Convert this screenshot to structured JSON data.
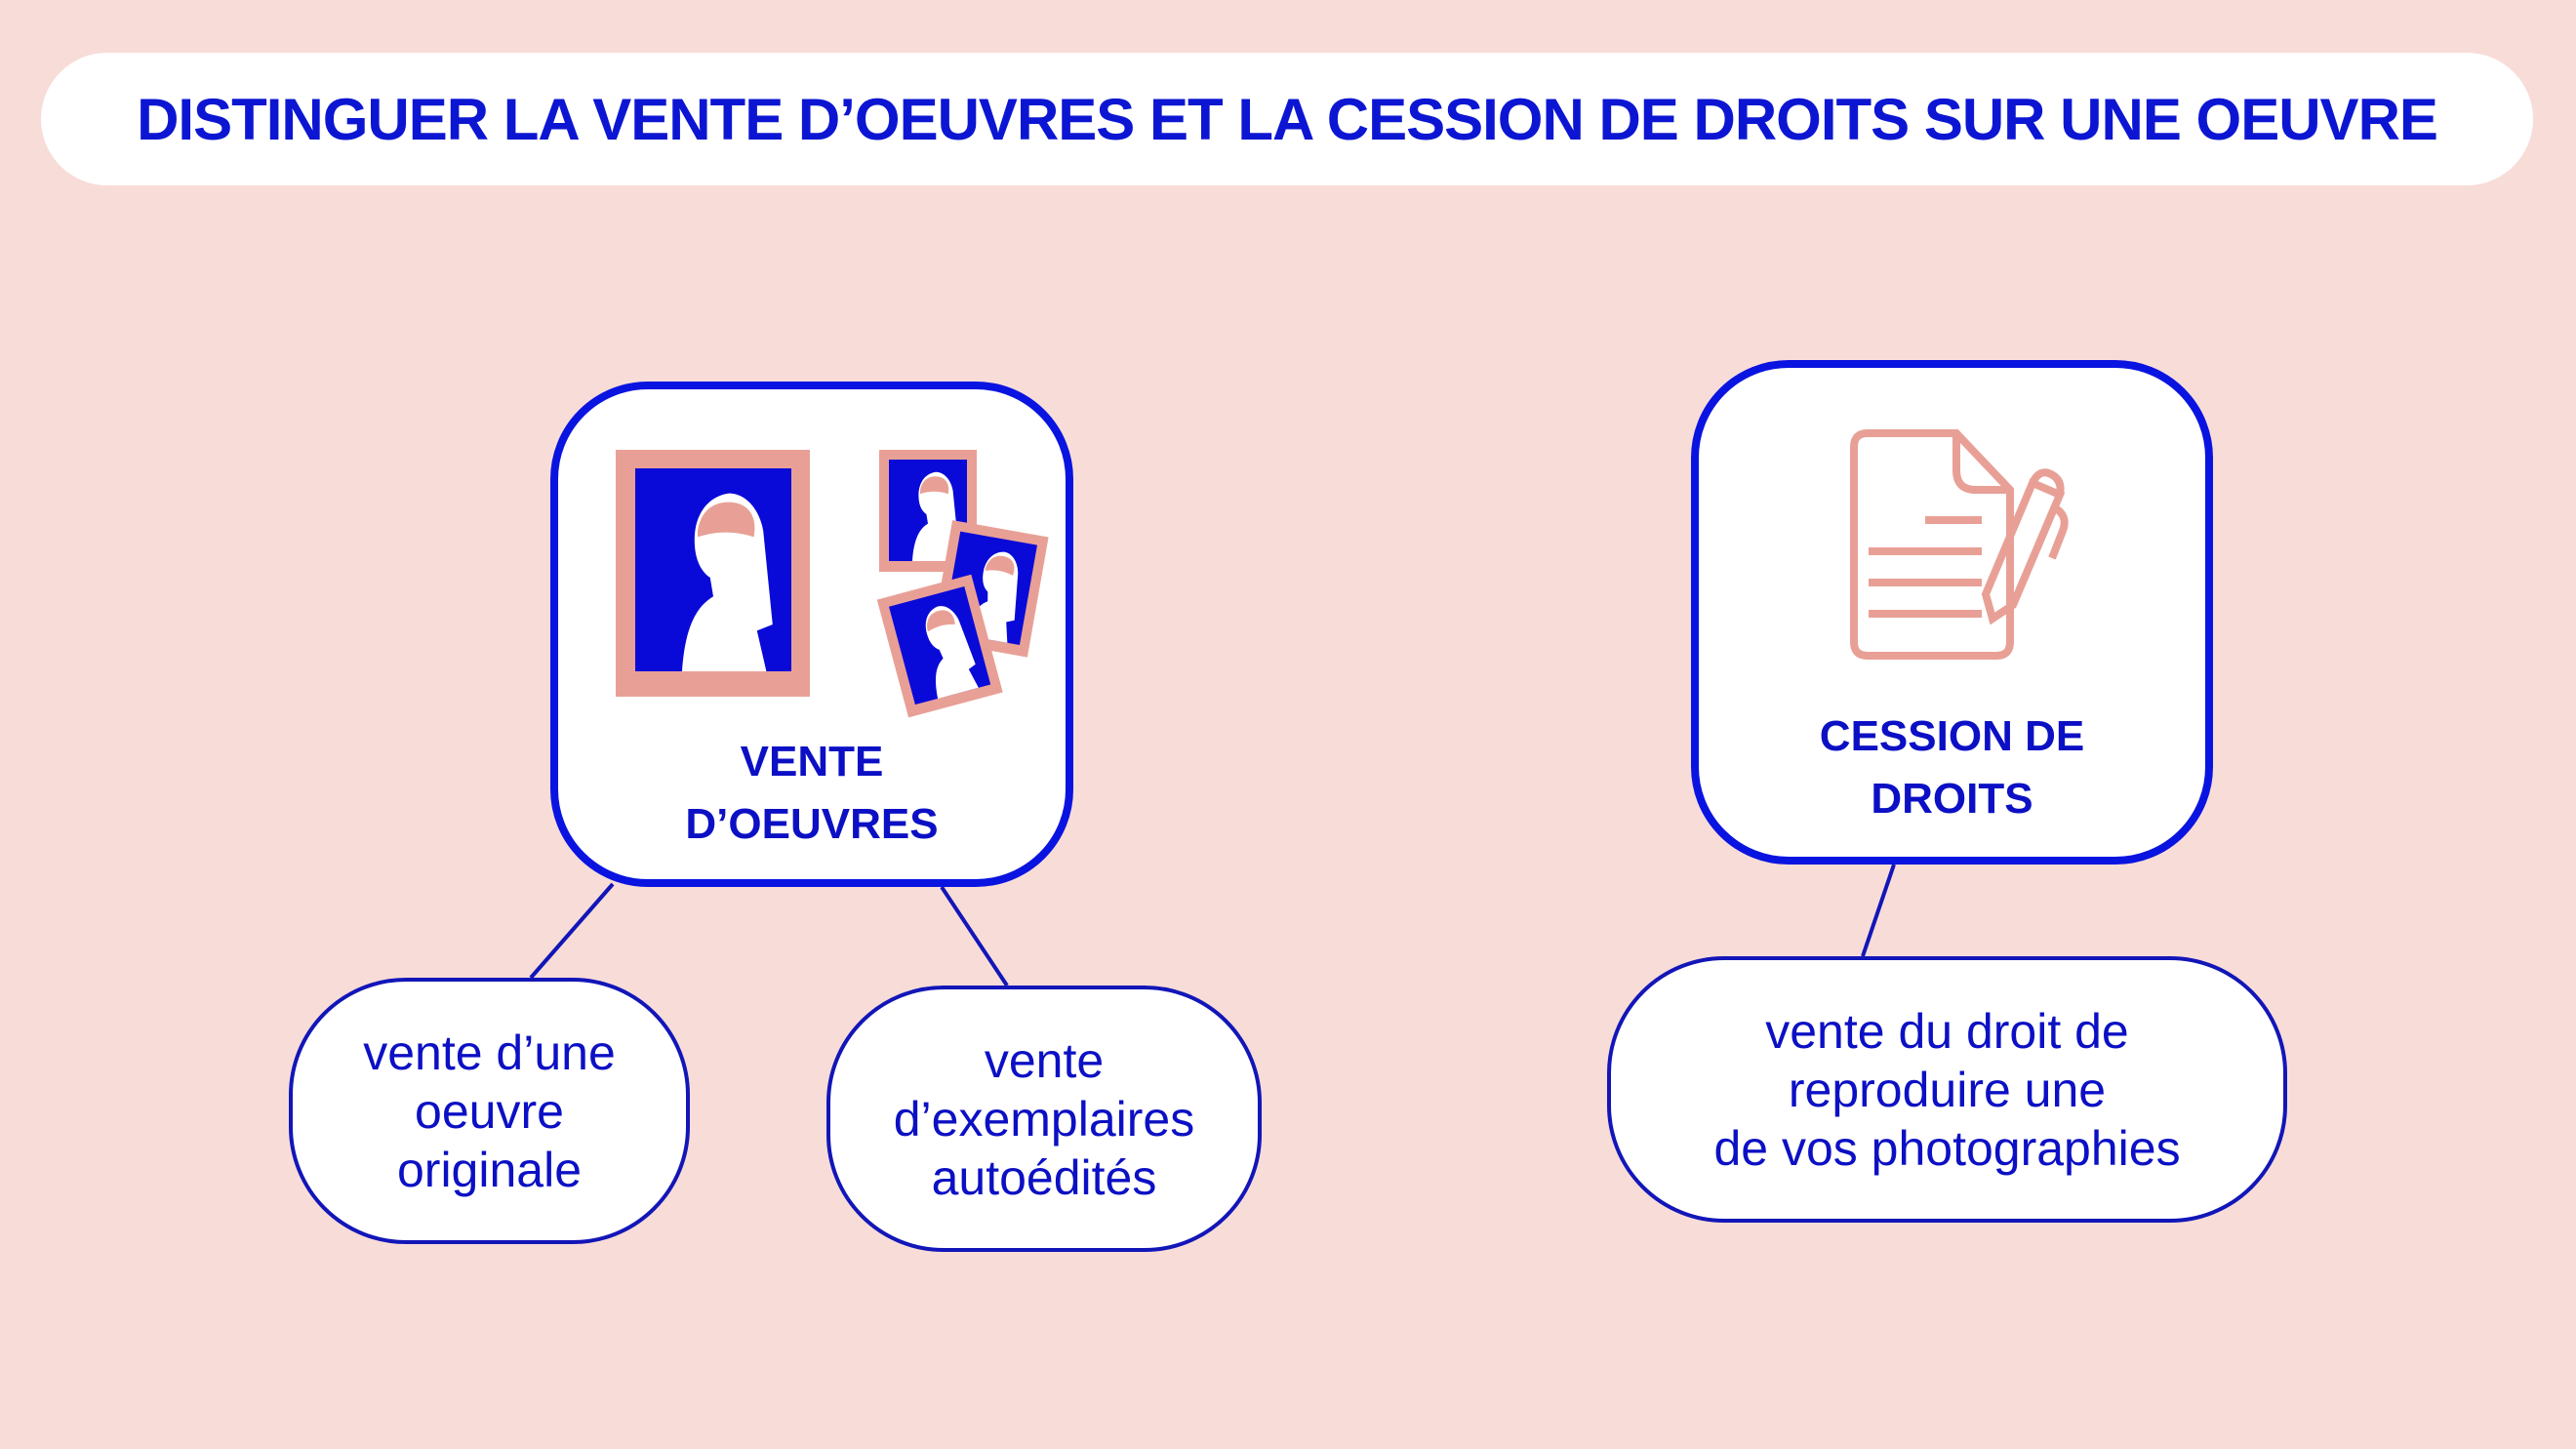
{
  "title": "DISTINGUER LA VENTE D’OEUVRES ET LA CESSION DE DROITS SUR UNE OEUVRE",
  "colors": {
    "background": "#f8dcd8",
    "accent": "#0a14e0",
    "icon": "#e8a096"
  },
  "nodes": {
    "vente": {
      "line1": "VENTE",
      "line2": "D’OEUVRES",
      "icon": "framed-portrait-icon"
    },
    "cession": {
      "line1": "CESSION DE",
      "line2": "DROITS",
      "icon": "document-pen-icon"
    }
  },
  "leaves": {
    "original": "vente d’une\noeuvre\noriginale",
    "exemplaires": "vente\nd’exemplaires\nautoédités",
    "reproduction": "vente du droit de\nreproduire une\nde vos photographies"
  }
}
